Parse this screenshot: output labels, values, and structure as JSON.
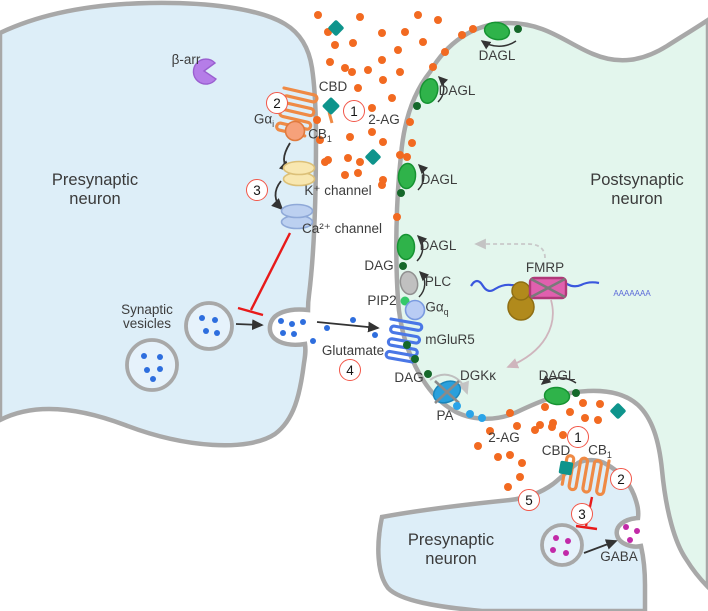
{
  "diagram": {
    "regions": {
      "presynaptic_top": {
        "line1": "Presynaptic",
        "line2": "neuron"
      },
      "postsynaptic": {
        "line1": "Postsynaptic",
        "line2": "neuron"
      },
      "presynaptic_bottom": {
        "line1": "Presynaptic",
        "line2": "neuron"
      }
    },
    "labels": {
      "beta_arrestin": "β-arr",
      "cbd": "CBD",
      "cb1_base": "CB",
      "cb1_sub": "1",
      "gai_base": "Gα",
      "gai_sub": "i",
      "gaq_base": "Gα",
      "gaq_sub": "q",
      "two_ag": "2-AG",
      "k_channel": "K⁺ channel",
      "ca_channel": "Ca²⁺ channel",
      "synaptic_vesicles_line1": "Synaptic",
      "synaptic_vesicles_line2": "vesicles",
      "glutamate": "Glutamate",
      "dagl": "DAGL",
      "dag": "DAG",
      "plc": "PLC",
      "pip2": "PIP2",
      "mglur5": "mGluR5",
      "dgkk": "DGKκ",
      "pa": "PA",
      "fmrp": "FMRP",
      "poly_a_tail": "AAAAAAA",
      "gaba": "GABA"
    },
    "steps": {
      "one": "1",
      "two": "2",
      "three": "3",
      "four": "4",
      "five": "5"
    },
    "icons": {
      "two_ag_molecule": "orange-dot",
      "cbd_molecule": "teal-diamond",
      "glutamate_molecule": "blue-dot",
      "gaba_molecule": "magenta-dot",
      "dag_molecule": "dark-green-dot",
      "pip2_molecule": "green-dot",
      "pa_molecule": "light-blue-dot",
      "beta_arrestin_protein": "purple-crescent",
      "cb1_receptor": "orange-serpentine",
      "mglur5_receptor": "blue-serpentine",
      "dgkk_enzyme": "crossed-blue-oval",
      "fmrp_protein": "crossed-pink-box",
      "ribosome": "gold-double-circle"
    },
    "colors": {
      "membrane": "#a8a8a8",
      "presynaptic_fill": "#ddeef8",
      "postsynaptic_fill": "#e3f6ed",
      "two_ag_dot": "#f26a21",
      "cbd_diamond": "#0e948c",
      "cb1_receptor": "#ef8a45",
      "gai_protein": "#f6a17a",
      "k_channel": "#f8e7b0",
      "ca_channel": "#bcd0f0",
      "mglur5_receptor": "#4a77e6",
      "gaq_protein": "#b9ccf4",
      "plc_enzyme": "#c0c0c0",
      "dagl_enzyme": "#2fb34a",
      "dag_dot": "#15682a",
      "pip2_dot": "#35c96a",
      "pa_dot": "#2aa4e8",
      "dgkk_enzyme": "#2aa0dc",
      "fmrp_protein": "#e060ae",
      "ribosome": "#b18a1c",
      "mrna": "#3a57de",
      "beta_arrestin": "#b57de8",
      "glutamate_dot": "#2e6ede",
      "gaba_dot": "#c22aa8",
      "inhibition_line": "#e81a1a",
      "step_circle": "#f25648"
    }
  }
}
